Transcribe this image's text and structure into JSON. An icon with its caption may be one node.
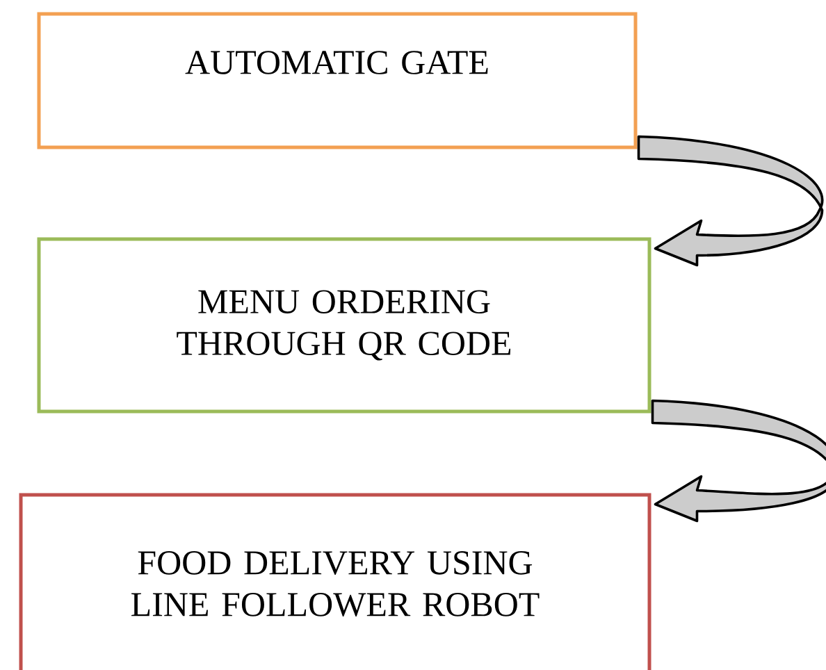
{
  "diagram": {
    "nodes": [
      {
        "text": [
          "AUTOMATIC GATE"
        ]
      },
      {
        "text": [
          "MENU ORDERING THROUGH QR CODE"
        ]
      },
      {
        "text": [
          "FOOD DELIVERY USING LINE FOLLOWER ROBOT"
        ]
      }
    ],
    "edges": [
      {
        "from": 0,
        "to": 1,
        "arrow": "to"
      },
      {
        "from": 1,
        "to": 2,
        "arrow": "to"
      }
    ]
  }
}
